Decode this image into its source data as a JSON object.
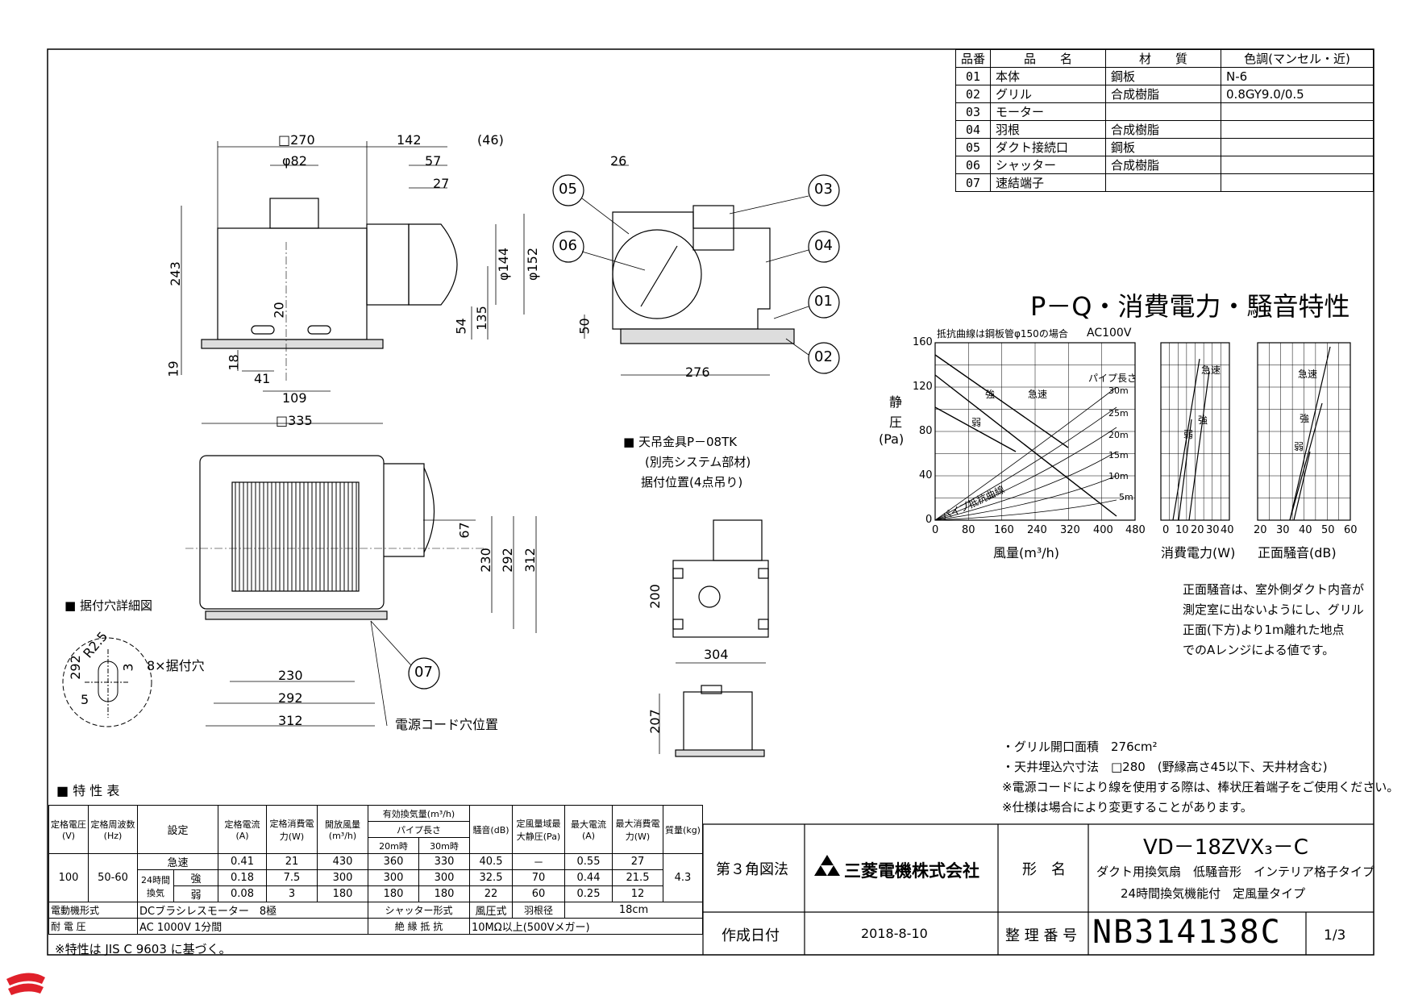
{
  "dims": {
    "d270": "□270",
    "d142": "142",
    "d46": "(46)",
    "d82": "φ82",
    "d57": "57",
    "d27": "27",
    "d26": "26",
    "d243": "243",
    "d20": "20",
    "d144": "φ144",
    "d152": "φ152",
    "d54": "54",
    "d135": "135",
    "d50": "50",
    "d19": "19",
    "d18": "18",
    "d41": "41",
    "d109": "109",
    "d335": "□335",
    "d276": "276",
    "d67": "67",
    "d230v": "230",
    "d292v": "292",
    "d312v": "312",
    "d230": "230",
    "d292": "292",
    "d312": "312",
    "d200": "200",
    "d304": "304",
    "d207": "207",
    "hr25": "R2.5",
    "h292": "292",
    "h3": "3",
    "h5": "5",
    "h8x": "8×据付穴",
    "power_hole": "電源コード穴位置"
  },
  "callouts": [
    "05",
    "06",
    "03",
    "04",
    "01",
    "02",
    "07"
  ],
  "parts_table": {
    "headers": [
      "品番",
      "品　　名",
      "材　　質",
      "色調(マンセル・近)"
    ],
    "rows": [
      [
        "01",
        "本体",
        "鋼板",
        "N-6"
      ],
      [
        "02",
        "グリル",
        "合成樹脂",
        "0.8GY9.0/0.5"
      ],
      [
        "03",
        "モーター",
        "",
        ""
      ],
      [
        "04",
        "羽根",
        "合成樹脂",
        ""
      ],
      [
        "05",
        "ダクト接続口",
        "鋼板",
        ""
      ],
      [
        "06",
        "シャッター",
        "合成樹脂",
        ""
      ],
      [
        "07",
        "速結端子",
        "",
        ""
      ]
    ]
  },
  "pq": {
    "title": "P－Q・消費電力・騒音特性",
    "note_top": "抵抗曲線は鋼板管φ150の場合",
    "voltage": "AC100V",
    "ylabel": [
      "静",
      "圧",
      "(Pa)"
    ],
    "yticks": [
      "160",
      "120",
      "80",
      "40",
      "0"
    ],
    "xticks": [
      "0",
      "80",
      "160",
      "240",
      "320",
      "400",
      "480"
    ],
    "xlabel": "風量(m³/h)",
    "pipe_label": "パイプ長さ",
    "pipe_lengths": [
      "30m",
      "25m",
      "20m",
      "15m",
      "10m",
      "5m"
    ],
    "curve_labels": [
      "強",
      "急速",
      "弱"
    ],
    "resist_label": "パイプ抵抗曲線",
    "power_xticks": [
      "0",
      "10",
      "20",
      "30",
      "40"
    ],
    "power_xlabel": "消費電力(W)",
    "power_labels": [
      "急速",
      "強",
      "弱"
    ],
    "noise_xticks": [
      "20",
      "30",
      "40",
      "50",
      "60"
    ],
    "noise_xlabel": "正面騒音(dB)",
    "noise_labels": [
      "急速",
      "強",
      "弱"
    ]
  },
  "noise_note": [
    "正面騒音は、室外側ダクト内音が",
    "測定室に出ないようにし、グリル",
    "正面(下方)より1m離れた地点",
    "でのAレンジによる値です。"
  ],
  "hanger": [
    "天吊金具P－08TK",
    "(別売システム部材)",
    "据付位置(4点吊り)"
  ],
  "hole_detail": "据付穴詳細図",
  "spec_title": "特 性 表",
  "notes": [
    "・グリル開口面積　276cm²",
    "・天井埋込穴寸法　□280　(野縁高さ45以下、天井材含む)",
    "※電源コードにより線を使用する際は、棒状圧着端子をご使用ください。",
    "※仕様は場合により変更することがあります。"
  ],
  "spec": {
    "h": [
      "定格電圧(V)",
      "定格周波数(Hz)",
      "設定",
      "定格電流(A)",
      "定格消費電力(W)",
      "開放風量(m³/h)",
      "有効換気量(m³/h)",
      "パイプ長さ",
      "20m時",
      "30m時",
      "騒音(dB)",
      "定風量域最大静圧(Pa)",
      "最大電流(A)",
      "最大消費電力(W)",
      "質量(kg)"
    ],
    "v": "100",
    "hz": "50-60",
    "kg": "4.3",
    "mode24": "24時間換気",
    "rows": [
      [
        "急速",
        "0.41",
        "21",
        "430",
        "360",
        "330",
        "40.5",
        "－",
        "0.55",
        "27"
      ],
      [
        "強",
        "0.18",
        "7.5",
        "300",
        "300",
        "300",
        "32.5",
        "70",
        "0.44",
        "21.5"
      ],
      [
        "弱",
        "0.08",
        "3",
        "180",
        "180",
        "180",
        "22",
        "60",
        "0.25",
        "12"
      ]
    ],
    "motor_l": "電動機形式",
    "motor": "DCブラシレスモーター　8極",
    "shutter_l": "シャッター形式",
    "shutter": "風圧式",
    "blade_l": "羽根径",
    "blade": "18cm",
    "volt_l": "耐 電 圧",
    "volt": "AC 1000V 1分間",
    "ins_l": "絶 縁 抵 抗",
    "ins": "10MΩ以上(500Vメガー)",
    "footer": "※特性は JIS C 9603 に基づく。"
  },
  "title": {
    "proj": "第３角図法",
    "company": "三菱電機株式会社",
    "model_l": "形　名",
    "model": "VD－18ZVX₃－C",
    "desc1": "ダクト用換気扇　低騒音形　インテリア格子タイプ",
    "desc2": "24時間換気機能付　定風量タイプ",
    "date_l": "作成日付",
    "date": "2018-8-10",
    "num_l": "整 理 番 号",
    "num": "NB314138C",
    "sheet": "1/3"
  },
  "colors": {
    "line": "#000000",
    "logo": "#e0202a"
  }
}
